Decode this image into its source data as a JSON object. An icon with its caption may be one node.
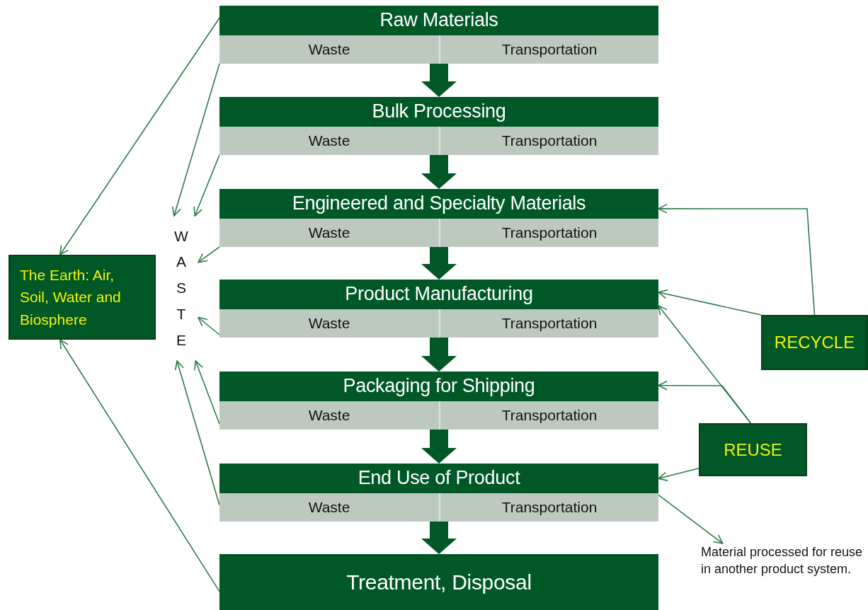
{
  "diagram": {
    "nodes": [
      {
        "text": [
          "Raw Materials"
        ]
      },
      {
        "text": [
          "Waste"
        ],
        "in": 0
      },
      {
        "text": [
          "Transportation"
        ],
        "in": 0
      },
      {
        "text": [
          "Bulk Processing"
        ]
      },
      {
        "text": [
          "Waste"
        ],
        "in": 3
      },
      {
        "text": [
          "Transportation"
        ],
        "in": 3
      },
      {
        "text": [
          "Engineered and Specialty Materials"
        ]
      },
      {
        "text": [
          "Waste"
        ],
        "in": 6
      },
      {
        "text": [
          "Transportation"
        ],
        "in": 6
      },
      {
        "text": [
          "Product Manufacturing"
        ]
      },
      {
        "text": [
          "Waste"
        ],
        "in": 9
      },
      {
        "text": [
          "Transportation"
        ],
        "in": 9
      },
      {
        "text": [
          "Packaging for Shipping"
        ]
      },
      {
        "text": [
          "Waste"
        ],
        "in": 12
      },
      {
        "text": [
          "Transportation"
        ],
        "in": 12
      },
      {
        "text": [
          "End Use of Product"
        ]
      },
      {
        "text": [
          "Waste"
        ],
        "in": 15
      },
      {
        "text": [
          "Transportation"
        ],
        "in": 15
      },
      {
        "text": [
          "Treatment, Disposal"
        ]
      },
      {
        "text": [
          "The Earth: Air, Soil, Water and Biosphere"
        ]
      },
      {
        "text": [
          "WASTE"
        ]
      },
      {
        "text": [
          "RECYCLE"
        ]
      },
      {
        "text": [
          "REUSE"
        ]
      },
      {
        "text": [
          "Material processed for reuse in another product system."
        ]
      }
    ],
    "edges": [
      {
        "from": 0,
        "to": 3,
        "arrow": "to",
        "style": "thick",
        "color": "#005826"
      },
      {
        "from": 3,
        "to": 6,
        "arrow": "to",
        "style": "thick",
        "color": "#005826"
      },
      {
        "from": 6,
        "to": 9,
        "arrow": "to",
        "style": "thick",
        "color": "#005826"
      },
      {
        "from": 9,
        "to": 12,
        "arrow": "to",
        "style": "thick",
        "color": "#005826"
      },
      {
        "from": 12,
        "to": 15,
        "arrow": "to",
        "style": "thick",
        "color": "#005826"
      },
      {
        "from": 15,
        "to": 18,
        "arrow": "to",
        "style": "thick",
        "color": "#005826"
      },
      {
        "from": 0,
        "to": 19,
        "arrow": "to"
      },
      {
        "from": 1,
        "to": 20,
        "arrow": "to"
      },
      {
        "from": 4,
        "to": 20,
        "arrow": "to"
      },
      {
        "from": 7,
        "to": 20,
        "arrow": "to"
      },
      {
        "from": 10,
        "to": 20,
        "arrow": "to"
      },
      {
        "from": 13,
        "to": 20,
        "arrow": "to"
      },
      {
        "from": 16,
        "to": 20,
        "arrow": "to"
      },
      {
        "from": 18,
        "to": 19,
        "arrow": "to"
      },
      {
        "from": 21,
        "to": 6,
        "arrow": "to"
      },
      {
        "from": 21,
        "to": 9,
        "arrow": "to"
      },
      {
        "from": 22,
        "to": 9,
        "arrow": "to"
      },
      {
        "from": 22,
        "to": 12,
        "arrow": "to"
      },
      {
        "from": 22,
        "to": 15,
        "arrow": "to"
      },
      {
        "from": 15,
        "to": 23,
        "arrow": "to"
      }
    ]
  }
}
